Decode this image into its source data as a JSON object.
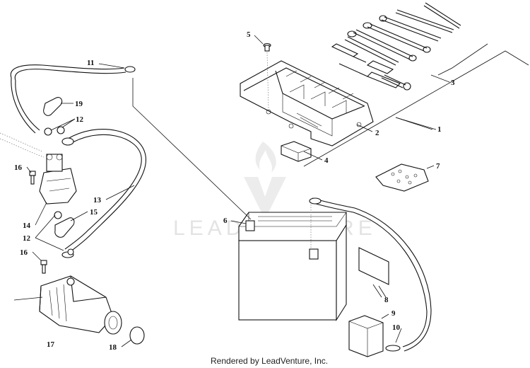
{
  "callouts": [
    {
      "id": "1",
      "label": "1"
    },
    {
      "id": "2",
      "label": "2"
    },
    {
      "id": "3",
      "label": "3"
    },
    {
      "id": "4",
      "label": "4"
    },
    {
      "id": "5",
      "label": "5"
    },
    {
      "id": "6",
      "label": "6"
    },
    {
      "id": "7",
      "label": "7"
    },
    {
      "id": "8",
      "label": "8"
    },
    {
      "id": "9",
      "label": "9"
    },
    {
      "id": "10",
      "label": "10"
    },
    {
      "id": "11",
      "label": "11"
    },
    {
      "id": "12a",
      "label": "12"
    },
    {
      "id": "12b",
      "label": "12"
    },
    {
      "id": "13",
      "label": "13"
    },
    {
      "id": "14",
      "label": "14"
    },
    {
      "id": "15",
      "label": "15"
    },
    {
      "id": "16a",
      "label": "16"
    },
    {
      "id": "16b",
      "label": "16"
    },
    {
      "id": "17",
      "label": "17"
    },
    {
      "id": "18",
      "label": "18"
    },
    {
      "id": "19",
      "label": "19"
    }
  ],
  "watermark": "LEADVENTURE",
  "footer": {
    "credit": "Rendered by LeadVenture, Inc."
  }
}
